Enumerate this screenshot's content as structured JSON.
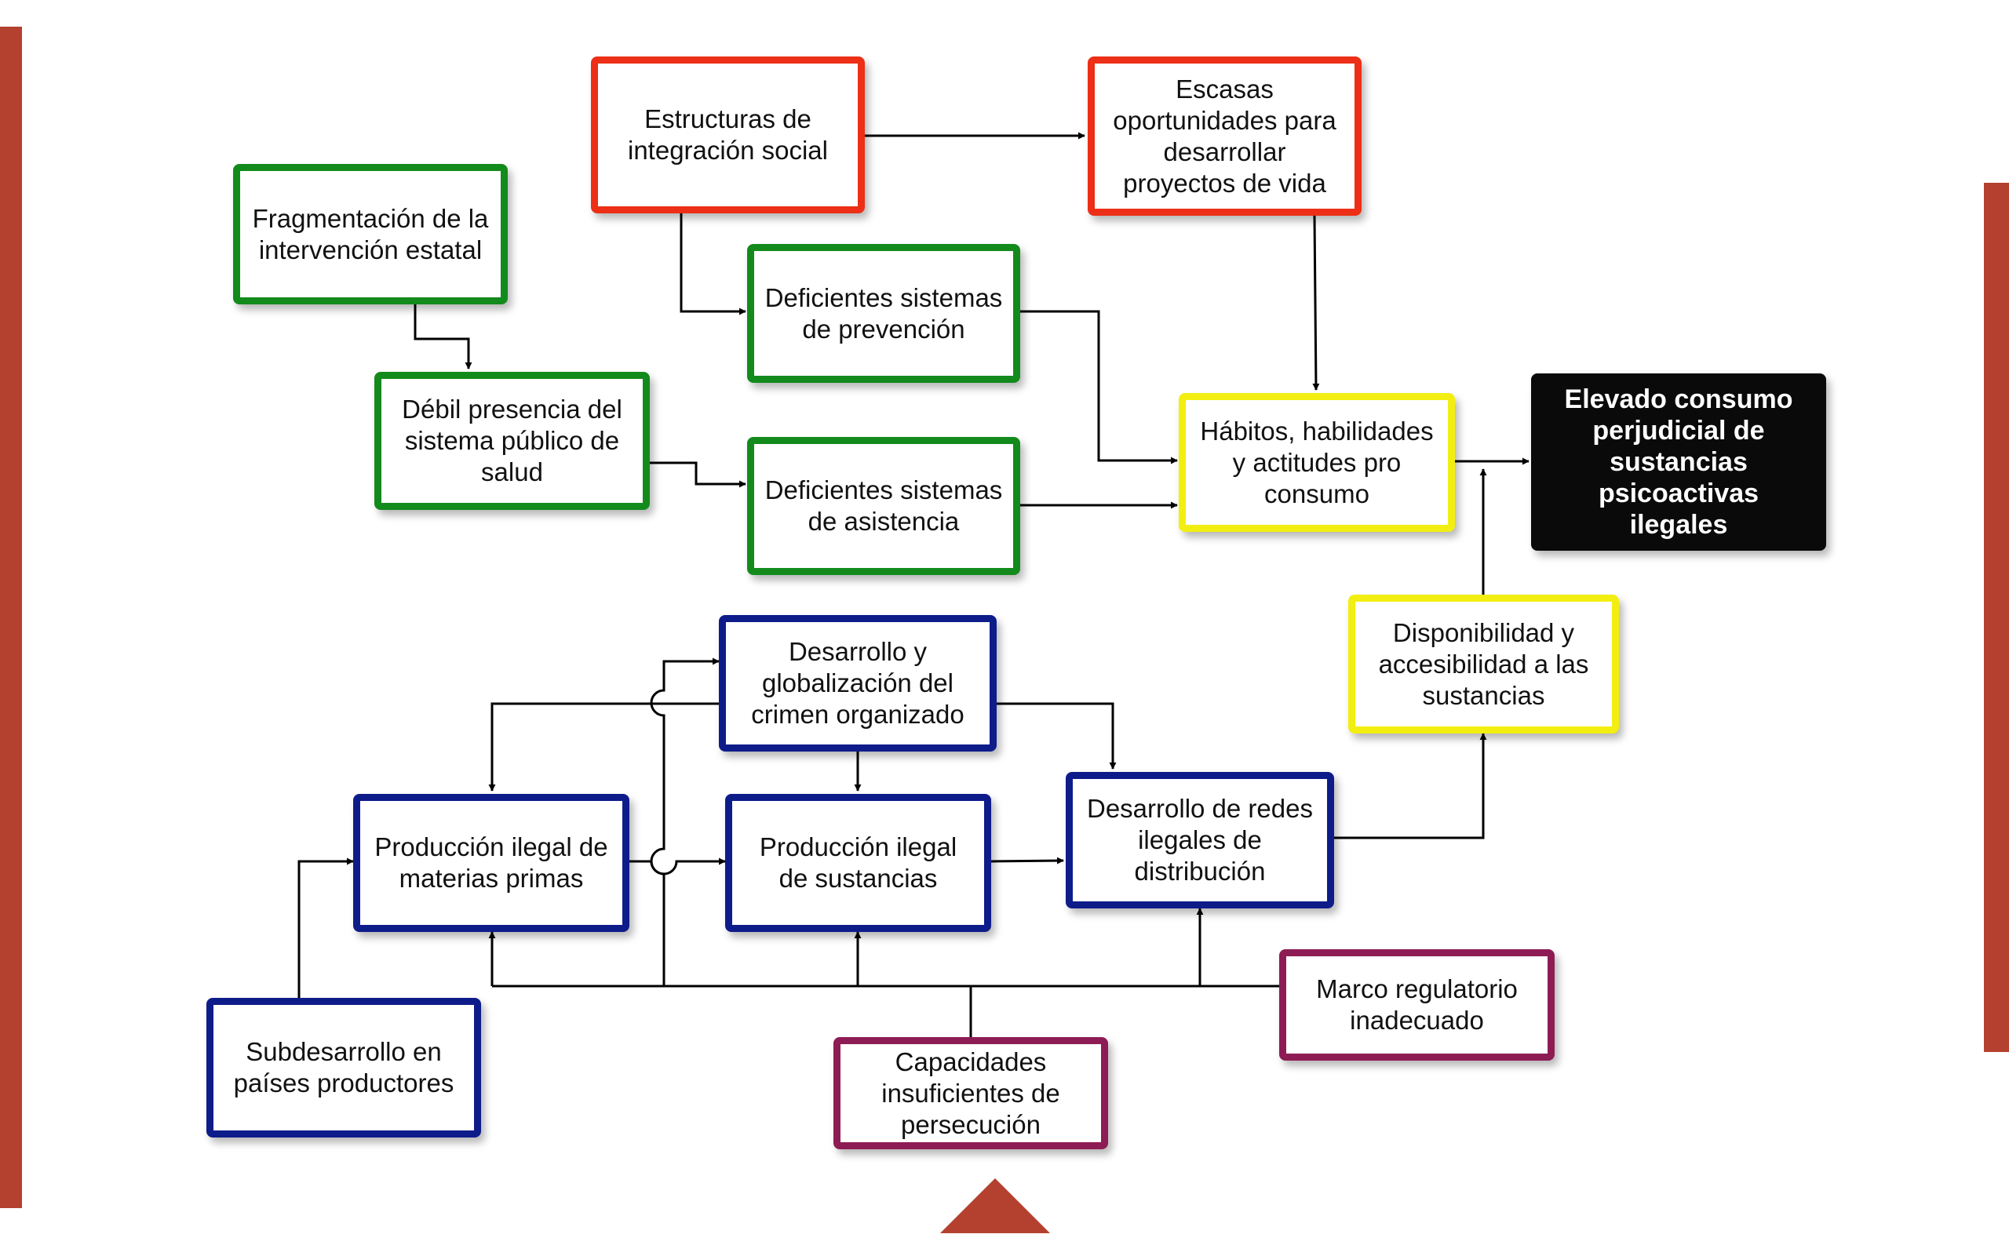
{
  "colors": {
    "accent_bar": "#b4402f",
    "green": "#138a1c",
    "red": "#ec2f16",
    "yellow": "#f3ee12",
    "blue": "#0e1c8a",
    "maroon": "#8e1c54",
    "black": "#0a0a0a"
  },
  "nodes": {
    "fragmentacion": "Fragmentación de la\nintervención estatal",
    "estructuras": "Estructuras de\nintegración social",
    "escasas": "Escasas\noportunidades para\ndesarrollar\nproyectos de vida",
    "def_prevencion": "Deficientes sistemas\nde prevención",
    "debil_presencia": "Débil presencia del\nsistema público de\nsalud",
    "def_asistencia": "Deficientes sistemas\nde asistencia",
    "habitos": "Hábitos, habilidades\ny actitudes pro\nconsumo",
    "elevado": "Elevado consumo\nperjudicial de\nsustancias\npsicoactivas ilegales",
    "desarrollo_crimen": "Desarrollo y\nglobalización del\ncrimen organizado",
    "disponibilidad": "Disponibilidad y\naccesibilidad a las\nsustancias",
    "produccion_materias": "Producción ilegal de\nmaterias primas",
    "produccion_sustancias": "Producción ilegal\nde sustancias",
    "redes": "Desarrollo de redes\nilegales de\ndistribución",
    "marco": "Marco regulatorio\ninadecuado",
    "subdesarrollo": "Subdesarrollo en\npaíses productores",
    "capacidades": "Capacidades\ninsuficientes de\npersecución"
  }
}
